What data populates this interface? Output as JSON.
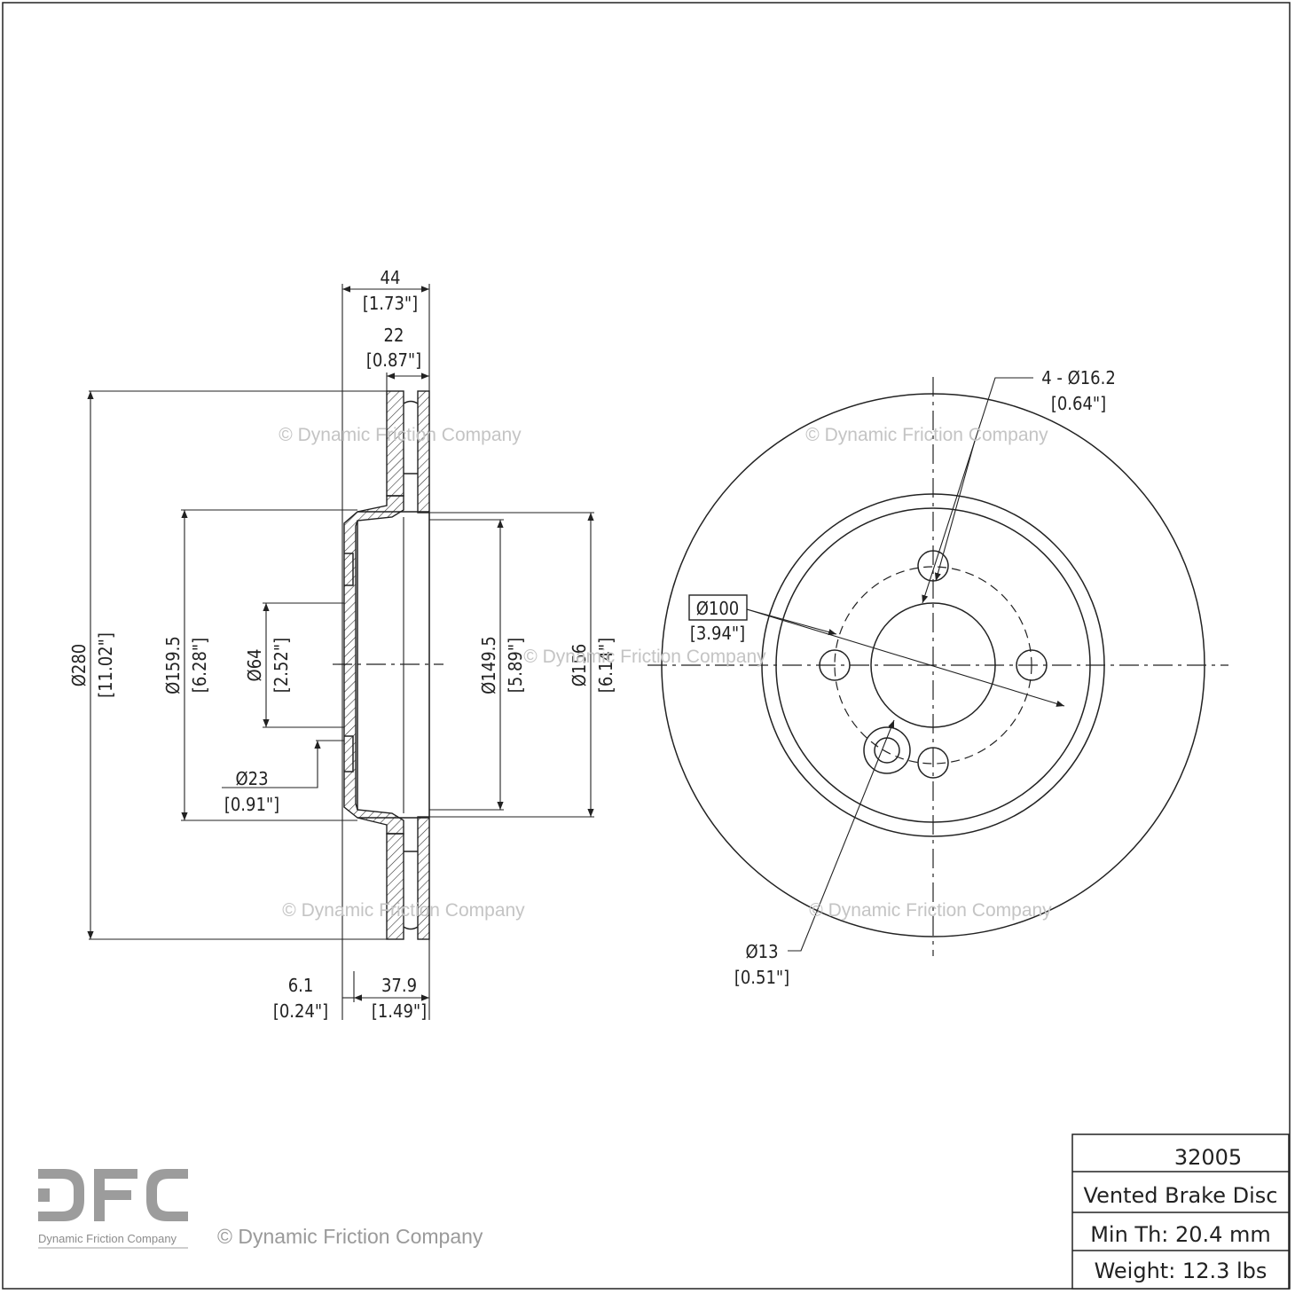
{
  "watermark": "© Dynamic Friction Company",
  "logo": {
    "letters": "DFC",
    "company": "Dynamic Friction Company"
  },
  "title_block": {
    "part_number": "32005",
    "description": "Vented Brake Disc",
    "min_thickness": "Min Th: 20.4 mm",
    "weight": "Weight: 12.3 lbs"
  },
  "dimensions": {
    "overall_width": {
      "mm": "44",
      "in": "[1.73\"]"
    },
    "vane_width": {
      "mm": "22",
      "in": "[0.87\"]"
    },
    "outer_diameter": {
      "mm": "Ø280",
      "in": "[11.02\"]"
    },
    "hat_outer_diameter": {
      "mm": "Ø159.5",
      "in": "[6.28\"]"
    },
    "center_bore": {
      "mm": "Ø64",
      "in": "[2.52\"]"
    },
    "hub_diameter": {
      "mm": "Ø23",
      "in": "[0.91\"]"
    },
    "inner_face_diameter": {
      "mm": "Ø149.5",
      "in": "[5.89\"]"
    },
    "friction_inner_diameter": {
      "mm": "Ø156",
      "in": "[6.14\"]"
    },
    "hat_thickness": {
      "mm": "6.1",
      "in": "[0.24\"]"
    },
    "hat_depth": {
      "mm": "37.9",
      "in": "[1.49\"]"
    },
    "bolt_holes": {
      "mm": "4 - Ø16.2",
      "in": "[0.64\"]"
    },
    "bolt_circle": {
      "mm": "Ø100",
      "in": "[3.94\"]"
    },
    "locator_hole": {
      "mm": "Ø13",
      "in": "[0.51\"]"
    }
  }
}
